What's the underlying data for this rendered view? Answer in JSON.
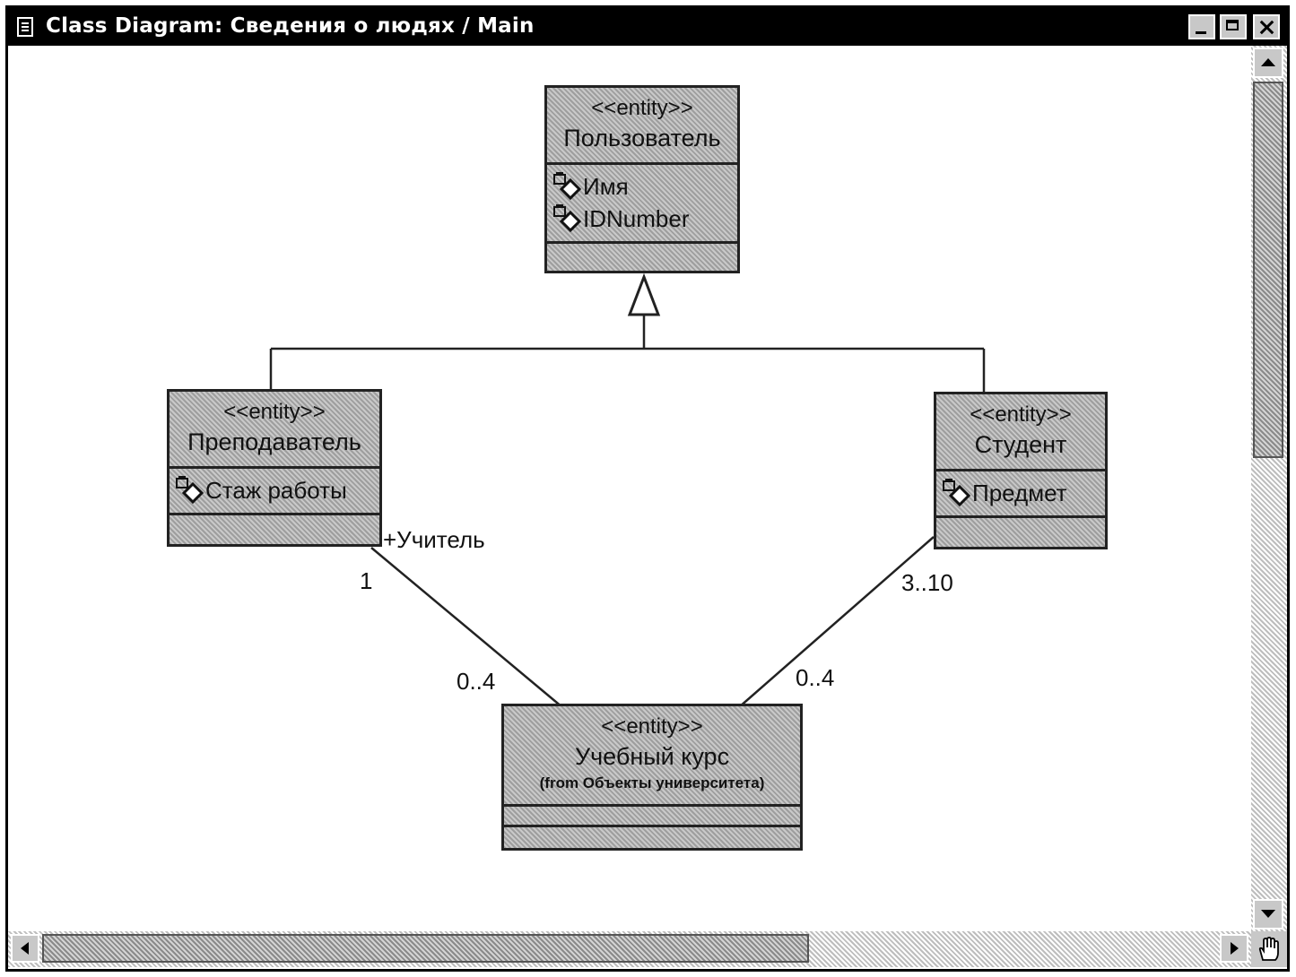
{
  "window": {
    "title": "Class Diagram: Сведения о людях / Main"
  },
  "classes": {
    "user": {
      "stereotype": "<<entity>>",
      "name": "Пользователь",
      "attributes": [
        "Имя",
        "IDNumber"
      ]
    },
    "teacher": {
      "stereotype": "<<entity>>",
      "name": "Преподаватель",
      "attributes": [
        "Стаж работы"
      ]
    },
    "student": {
      "stereotype": "<<entity>>",
      "name": "Студент",
      "attributes": [
        "Предмет"
      ]
    },
    "course": {
      "stereotype": "<<entity>>",
      "name": "Учебный курс",
      "from": "(from Объекты университета)"
    }
  },
  "associations": {
    "teacher_course": {
      "role": "+Учитель",
      "teacher_multiplicity": "1",
      "course_multiplicity": "0..4"
    },
    "student_course": {
      "student_multiplicity": "3..10",
      "course_multiplicity": "0..4"
    }
  },
  "icons": {
    "attribute": "locked-attribute-icon",
    "resize_grip": "hand-icon"
  }
}
